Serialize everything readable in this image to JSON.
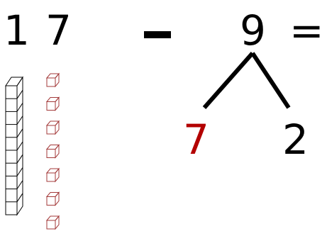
{
  "equation": {
    "minuend_tens": "1",
    "minuend_ones": "7",
    "subtrahend": "9",
    "equals": "=",
    "operator": "minus"
  },
  "split": {
    "part_1": "7",
    "part_2": "2"
  },
  "blocks": {
    "ten_rod_units": 10,
    "loose_units": 7
  },
  "colors": {
    "text": "#000000",
    "highlight": "#b30000",
    "unit_cube": "#a33a3a",
    "rod": "#000000"
  }
}
